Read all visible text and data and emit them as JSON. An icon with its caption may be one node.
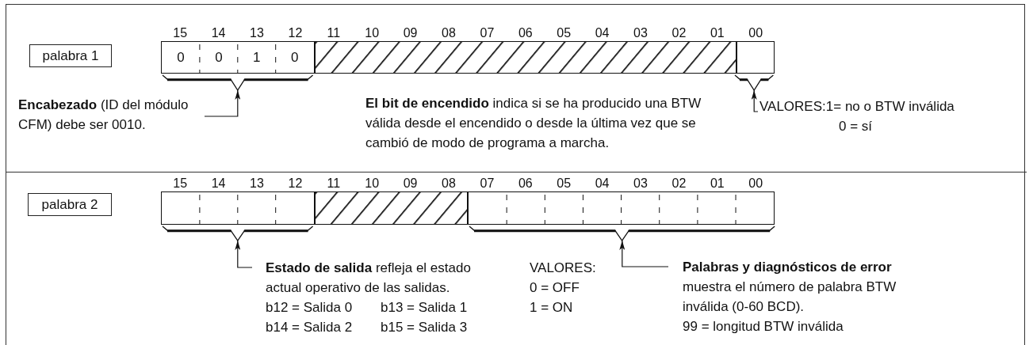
{
  "diagram": {
    "nodes": [
      {
        "text": [
          "palabra 1"
        ]
      },
      {
        "text": [
          "0",
          "0",
          "1",
          "0"
        ]
      },
      {
        "text": [],
        "shape": "bar"
      },
      {
        "text": [],
        "shape": "box"
      },
      {
        "text": [],
        "shape": "bracket"
      },
      {
        "text": [
          "**Encabezado** (ID del módulo CFM) debe ser 0010."
        ]
      },
      {
        "text": [],
        "shape": "bracket"
      },
      {
        "text": [
          "VALORES:1= no o BTW inválida",
          "0 = sí"
        ]
      },
      {
        "text": [
          "palabra 2"
        ]
      },
      {
        "text": [],
        "shape": "box"
      },
      {
        "text": [],
        "shape": "bar"
      },
      {
        "text": [],
        "shape": "box"
      },
      {
        "text": [],
        "shape": "bracket"
      },
      {
        "text": [
          "**Estado de salida** refleja el estado actual operativo de las salidas.",
          "b12 = Salida 0",
          "b13 = Salida 1",
          "b14 = Salida 2",
          "b15 = Salida 3"
        ]
      },
      {
        "text": [],
        "shape": "bracket"
      },
      {
        "text": [
          "Palabras y diagnósticos de error",
          "muestra el número de palabra BTW inválida (0-60 BCD).",
          "99 = longitud BTW inválida"
        ]
      }
    ],
    "edges": [
      {
        "from": 5,
        "to": 4,
        "arrow": "to"
      },
      {
        "from": 7,
        "to": 6,
        "arrow": "to"
      },
      {
        "from": 13,
        "to": 12,
        "arrow": "to"
      },
      {
        "from": 15,
        "to": 14,
        "arrow": "to"
      }
    ],
    "labels": [
      "15",
      "14",
      "13",
      "12",
      "11",
      "10",
      "09",
      "08",
      "07",
      "06",
      "05",
      "04",
      "03",
      "02",
      "01",
      "00",
      "**El bit de encendido** indica si se ha producido una BTW válida desde el encendido o desde la última vez que se cambió de modo de programa a marcha.",
      "15",
      "14",
      "13",
      "12",
      "11",
      "10",
      "09",
      "08",
      "07",
      "06",
      "05",
      "04",
      "03",
      "02",
      "01",
      "00",
      "VALORES:",
      "0 = OFF",
      "1 = ON"
    ]
  }
}
